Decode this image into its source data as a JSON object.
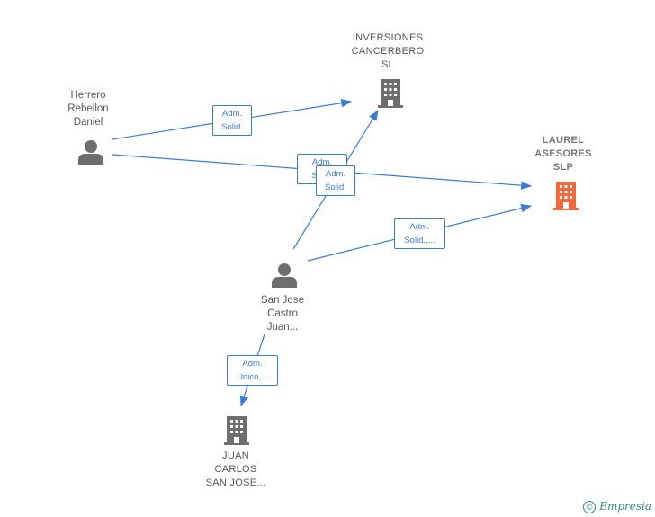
{
  "nodes": {
    "herrero": {
      "lines": [
        "Herrero",
        "Rebellon",
        "Daniel"
      ],
      "type": "person"
    },
    "inversiones": {
      "lines": [
        "INVERSIONES",
        "CANCERBERO",
        "SL"
      ],
      "type": "company"
    },
    "laurel": {
      "lines": [
        "LAUREL",
        "ASESORES",
        "SLP"
      ],
      "type": "company",
      "focus": true
    },
    "sanjose": {
      "lines": [
        "San Jose",
        "Castro",
        "Juan..."
      ],
      "type": "person"
    },
    "juancarlos": {
      "lines": [
        "JUAN",
        "CARLOS",
        "SAN JOSE..."
      ],
      "type": "company"
    }
  },
  "edges": {
    "e1": {
      "lines": [
        "Adm.",
        "Solid."
      ]
    },
    "e2": {
      "lines": [
        "Adm.",
        "Solid."
      ]
    },
    "e3": {
      "lines": [
        "Adm.",
        "Solid."
      ]
    },
    "e4": {
      "lines": [
        "Adm.",
        "Solid.,..."
      ]
    },
    "e5": {
      "lines": [
        "Adm.",
        "Unico,..."
      ]
    }
  },
  "footer": {
    "copyright": "©",
    "brand": "Empresia"
  },
  "colors": {
    "edge": "#3a7bd5",
    "icon": "#6e6e6e",
    "focus": "#f26a3b"
  }
}
